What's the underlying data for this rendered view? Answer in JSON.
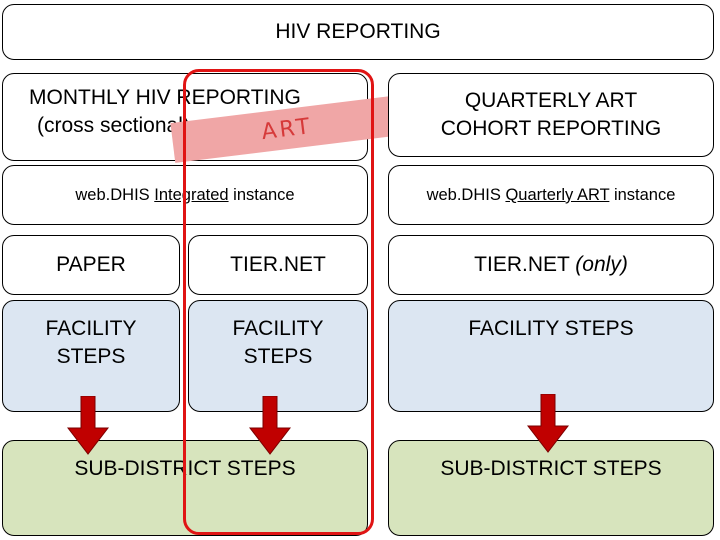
{
  "title": "HIV REPORTING",
  "monthly": {
    "heading_line1": "MONTHLY HIV REPORTING",
    "heading_line2": "(cross sectional)",
    "overlay": "ART",
    "instance_prefix": "web.DHIS ",
    "instance_name": "Integrated",
    "instance_suffix": " instance",
    "paper_label": "PAPER",
    "tier_label": "TIER.NET",
    "facility_steps_left_l1": "FACILITY",
    "facility_steps_left_l2": "STEPS",
    "facility_steps_right_l1": "FACILITY",
    "facility_steps_right_l2": "STEPS",
    "subdistrict": "SUB-DISTRICT STEPS"
  },
  "quarterly": {
    "heading_line1": "QUARTERLY ART",
    "heading_line2": "COHORT REPORTING",
    "instance_prefix": "web.DHIS ",
    "instance_name": "Quarterly ART",
    "instance_suffix": " instance",
    "tier_label": "TIER.NET ",
    "tier_note": "(only)",
    "facility_steps": "FACILITY STEPS",
    "subdistrict": "SUB-DISTRICT STEPS"
  },
  "colors": {
    "facility_fill": "#dce6f2",
    "subdistrict_fill": "#d7e4bd",
    "arrow": "#c00000",
    "highlight": "#e01414",
    "overlay_band": "#f0a6a6"
  }
}
